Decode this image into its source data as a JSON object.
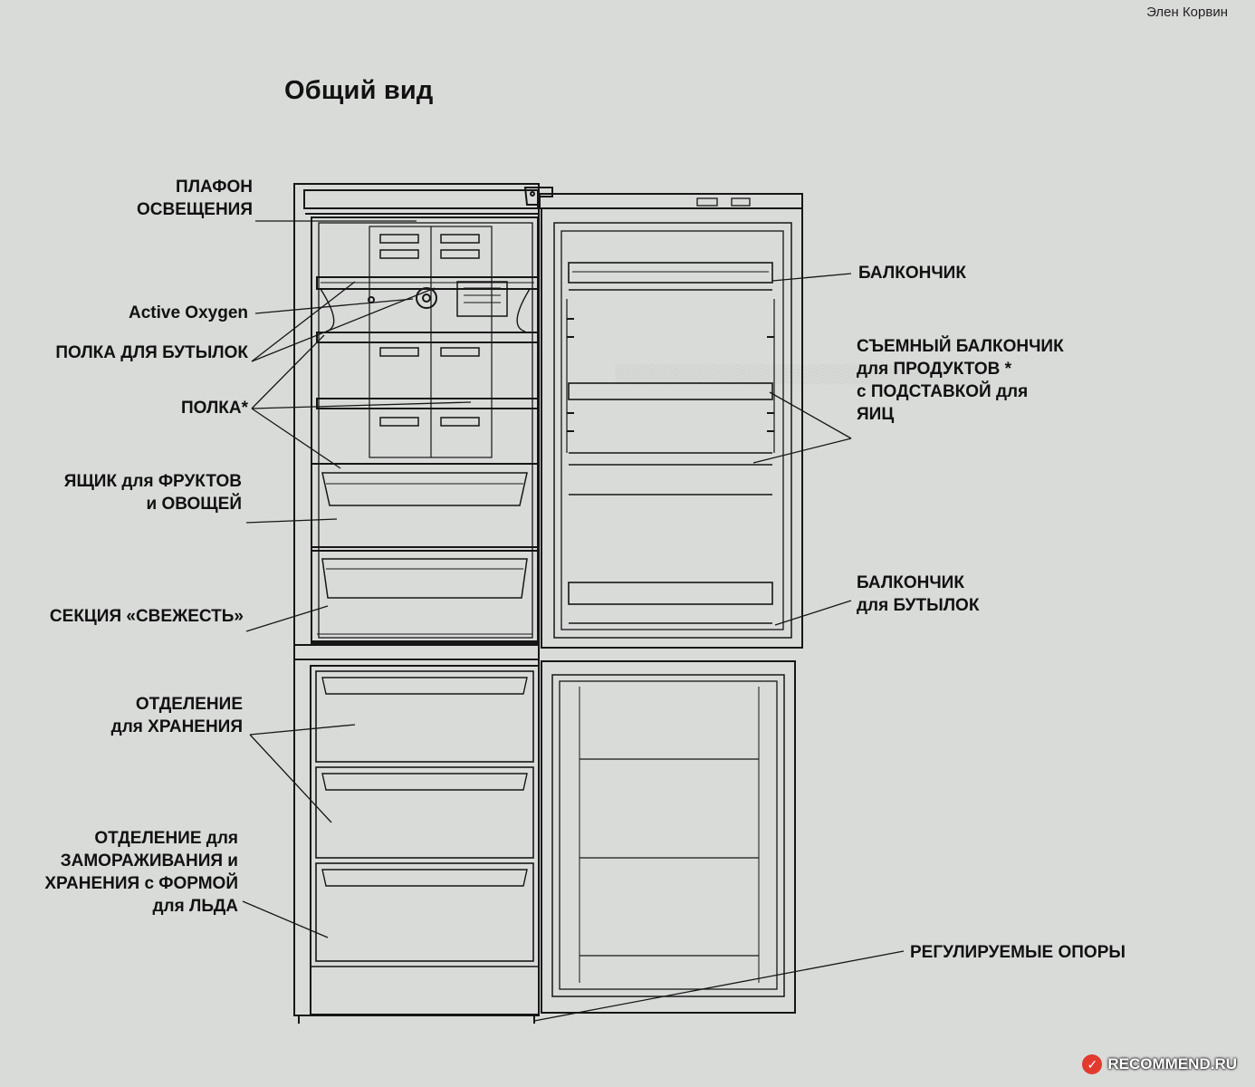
{
  "title": "Общий вид",
  "labels": {
    "light": [
      "ПЛАФОН",
      "ОСВЕЩЕНИЯ"
    ],
    "active_oxygen": "Active Oxygen",
    "bottle_shelf": "ПОЛКА ДЛЯ БУТЫЛОК",
    "shelf": "ПОЛКА*",
    "crisper": [
      "ЯЩИК для ФРУКТОВ",
      "и ОВОЩЕЙ"
    ],
    "fresh": "СЕКЦИЯ «СВЕЖЕСТЬ»",
    "storage": [
      "ОТДЕЛЕНИЕ",
      "для ХРАНЕНИЯ"
    ],
    "freezing": [
      "ОТДЕЛЕНИЕ для",
      "ЗАМОРАЖИВАНИЯ и",
      "ХРАНЕНИЯ с ФОРМОЙ",
      "для ЛЬДА"
    ],
    "balcony": "БАЛКОНЧИК",
    "removable_balcony": [
      "СЪЕМНЫЙ БАЛКОНЧИК",
      "для ПРОДУКТОВ *",
      "с ПОДСТАВКОЙ для",
      "ЯИЦ"
    ],
    "bottle_balcony": [
      "БАЛКОНЧИК",
      "для БУТЫЛОК"
    ],
    "feet": "РЕГУЛИРУЕМЫЕ ОПОРЫ"
  },
  "watermark": {
    "author": "Элен Корвин",
    "brand": "RECOMMEND.RU",
    "brand_icon": "r-logo-icon"
  },
  "colors": {
    "background": "#d9dbd9",
    "ink": "#111111"
  }
}
